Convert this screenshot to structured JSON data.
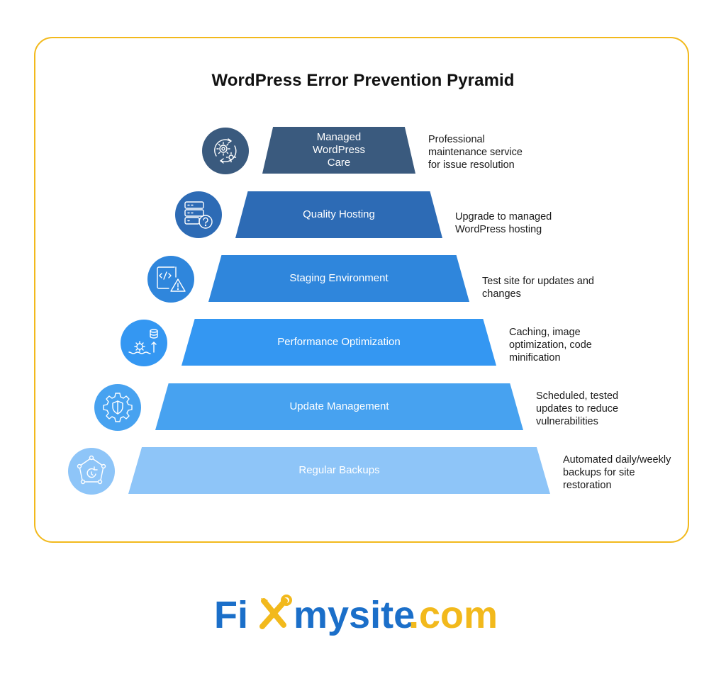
{
  "title": "WordPress Error Prevention Pyramid",
  "tiers": [
    {
      "label": "Managed WordPress Care",
      "description": "Professional maintenance service for issue resolution",
      "icon": "gear-cycle-icon",
      "color": "#3a5a7e"
    },
    {
      "label": "Quality Hosting",
      "description": "Upgrade to managed WordPress hosting",
      "icon": "server-question-icon",
      "color": "#2d6bb5"
    },
    {
      "label": "Staging Environment",
      "description": "Test site for updates and changes",
      "icon": "code-warning-icon",
      "color": "#2f86dc"
    },
    {
      "label": "Performance Optimization",
      "description": "Caching, image optimization, code minification",
      "icon": "database-performance-icon",
      "color": "#3497f2"
    },
    {
      "label": "Update Management",
      "description": "Scheduled, tested updates to reduce vulnerabilities",
      "icon": "gear-shield-icon",
      "color": "#47a2f0"
    },
    {
      "label": "Regular Backups",
      "description": "Automated daily/weekly backups for site restoration",
      "icon": "backup-network-icon",
      "color": "#8ec5f8"
    }
  ],
  "logo": {
    "part1": "Fi",
    "part2": "mysite",
    "part3": ".com",
    "blue": "#1b6fc9",
    "gold": "#f2b91c"
  }
}
